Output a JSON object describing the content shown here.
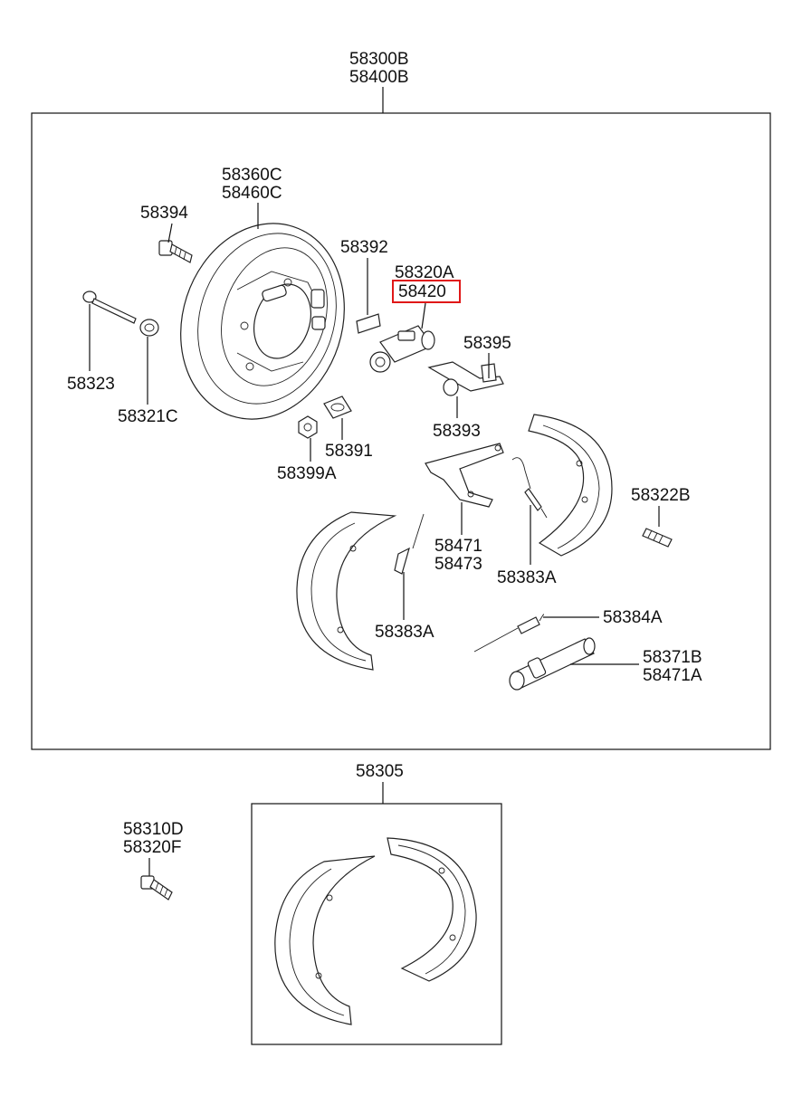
{
  "parts": {
    "p58300B": "58300B",
    "p58400B": "58400B",
    "p58360C": "58360C",
    "p58460C": "58460C",
    "p58394": "58394",
    "p58392": "58392",
    "p58320A": "58320A",
    "p58420": "58420",
    "p58395": "58395",
    "p58323": "58323",
    "p58321C": "58321C",
    "p58393": "58393",
    "p58391": "58391",
    "p58399A": "58399A",
    "p58322B": "58322B",
    "p58471": "58471",
    "p58473": "58473",
    "p58383A_right": "58383A",
    "p58383A_left": "58383A",
    "p58384A": "58384A",
    "p58371B": "58371B",
    "p58471A": "58471A",
    "p58305": "58305",
    "p58310D": "58310D",
    "p58320F": "58320F"
  },
  "highlight": {
    "part": "58420",
    "color": "#e01818"
  }
}
